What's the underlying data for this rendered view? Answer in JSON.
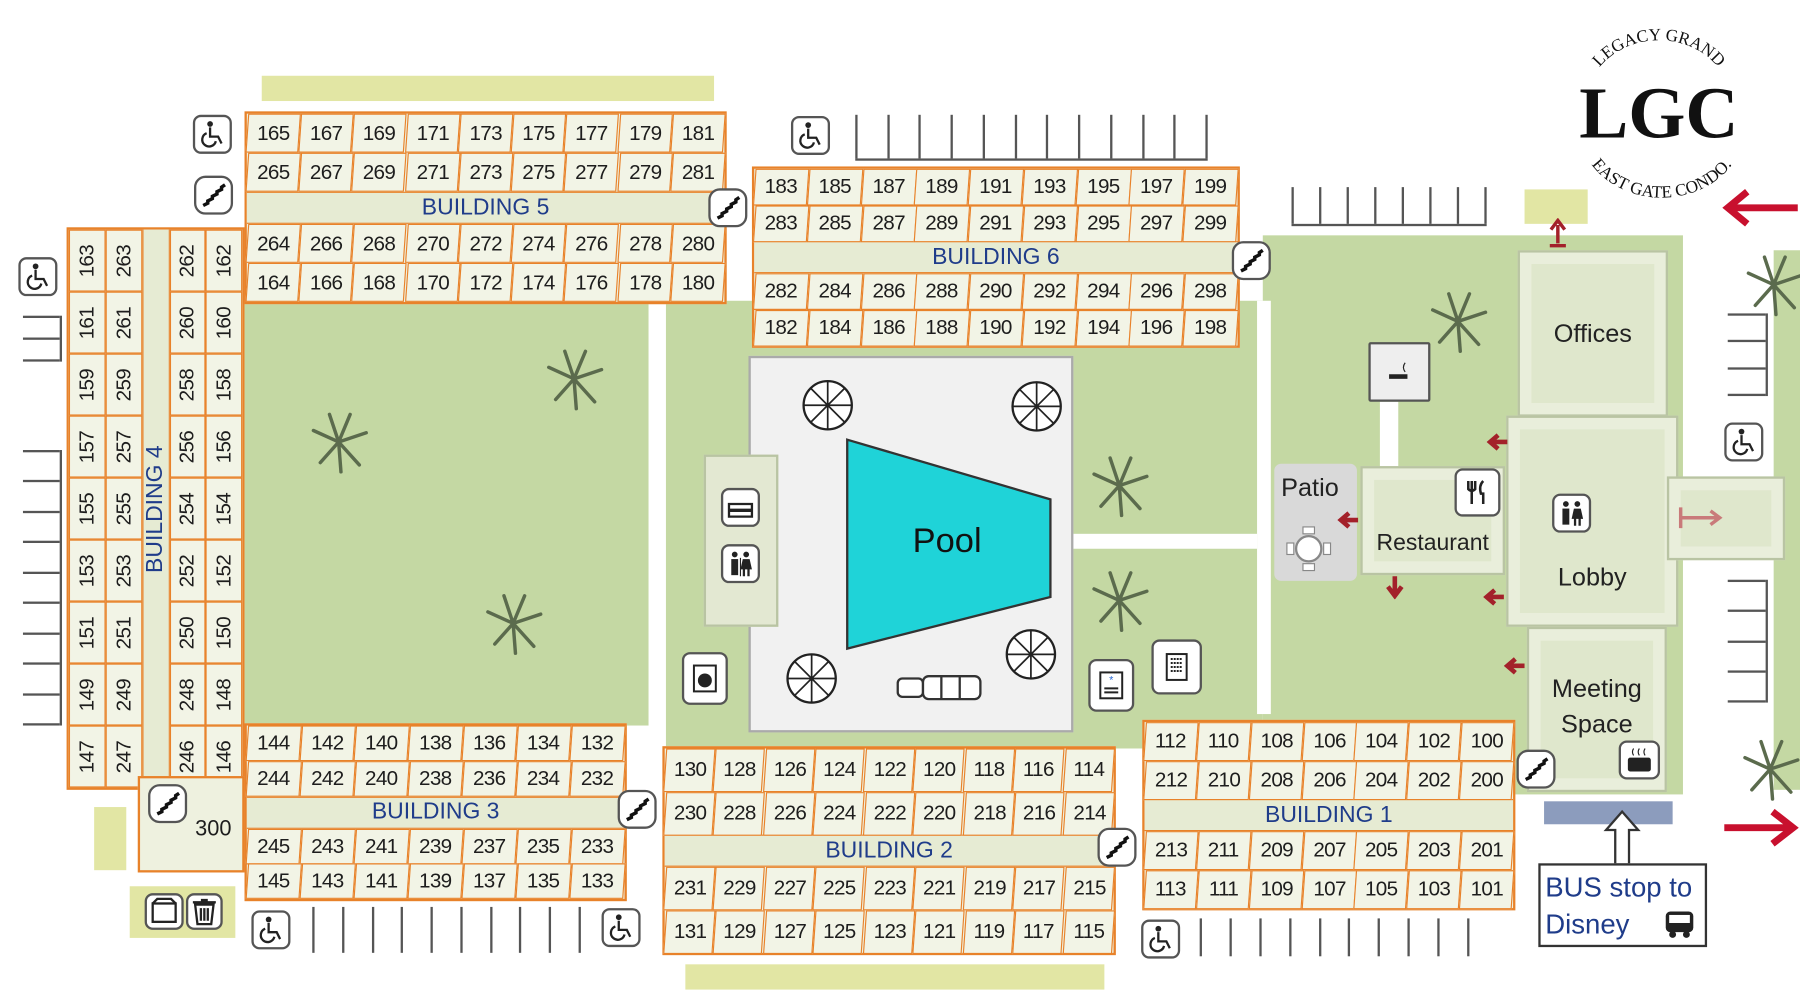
{
  "logo": {
    "top": "LEGACY GRAND",
    "main": "LGC",
    "bottom": "EAST GATE CONDO."
  },
  "buildings": [
    {
      "label": "BUILDING 5",
      "rows": [
        [
          "165",
          "167",
          "169",
          "171",
          "173",
          "175",
          "177",
          "179",
          "181"
        ],
        [
          "265",
          "267",
          "269",
          "271",
          "273",
          "275",
          "277",
          "279",
          "281"
        ],
        [
          "264",
          "266",
          "268",
          "270",
          "272",
          "274",
          "276",
          "278",
          "280"
        ],
        [
          "164",
          "166",
          "168",
          "170",
          "172",
          "174",
          "176",
          "178",
          "180"
        ]
      ]
    },
    {
      "label": "BUILDING 6",
      "rows": [
        [
          "183",
          "185",
          "187",
          "189",
          "191",
          "193",
          "195",
          "197",
          "199"
        ],
        [
          "283",
          "285",
          "287",
          "289",
          "291",
          "293",
          "295",
          "297",
          "299"
        ],
        [
          "282",
          "284",
          "286",
          "288",
          "290",
          "292",
          "294",
          "296",
          "298"
        ],
        [
          "182",
          "184",
          "186",
          "188",
          "190",
          "192",
          "194",
          "196",
          "198"
        ]
      ]
    },
    {
      "label": "BUILDING 4",
      "rows": [
        [
          "163",
          "161",
          "159",
          "157",
          "155",
          "153",
          "151",
          "149",
          "147"
        ],
        [
          "263",
          "261",
          "259",
          "257",
          "255",
          "253",
          "251",
          "249",
          "247"
        ],
        [
          "262",
          "260",
          "258",
          "256",
          "254",
          "252",
          "250",
          "248",
          "246"
        ],
        [
          "162",
          "160",
          "158",
          "156",
          "154",
          "152",
          "150",
          "148",
          "146"
        ]
      ]
    },
    {
      "label": "BUILDING 3",
      "rows": [
        [
          "144",
          "142",
          "140",
          "138",
          "136",
          "134",
          "132"
        ],
        [
          "244",
          "242",
          "240",
          "238",
          "236",
          "234",
          "232"
        ],
        [
          "245",
          "243",
          "241",
          "239",
          "237",
          "235",
          "233"
        ],
        [
          "145",
          "143",
          "141",
          "139",
          "137",
          "135",
          "133"
        ]
      ]
    },
    {
      "label": "BUILDING 2",
      "rows": [
        [
          "130",
          "128",
          "126",
          "124",
          "122",
          "120",
          "118",
          "116",
          "114"
        ],
        [
          "230",
          "228",
          "226",
          "224",
          "222",
          "220",
          "218",
          "216",
          "214"
        ],
        [
          "231",
          "229",
          "227",
          "225",
          "223",
          "221",
          "219",
          "217",
          "215"
        ],
        [
          "131",
          "129",
          "127",
          "125",
          "123",
          "121",
          "119",
          "117",
          "115"
        ]
      ]
    },
    {
      "label": "BUILDING 1",
      "rows": [
        [
          "112",
          "110",
          "108",
          "106",
          "104",
          "102",
          "100"
        ],
        [
          "212",
          "210",
          "208",
          "206",
          "204",
          "202",
          "200"
        ],
        [
          "213",
          "211",
          "209",
          "207",
          "205",
          "203",
          "201"
        ],
        [
          "113",
          "111",
          "109",
          "107",
          "105",
          "103",
          "101"
        ]
      ]
    }
  ],
  "unit_300": "300",
  "amenities": {
    "pool": "Pool",
    "patio": "Patio",
    "restaurant": "Restaurant",
    "offices": "Offices",
    "lobby": "Lobby",
    "meeting": "Meeting Space"
  },
  "bus_stop": {
    "line1": "BUS stop to",
    "line2": "Disney"
  },
  "colors": {
    "unit_border": "#e8822a",
    "lawn": "#c4d8a3",
    "pool": "#1fd3d8",
    "building_label": "#1f3c8a",
    "arrow": "#c8102e"
  }
}
